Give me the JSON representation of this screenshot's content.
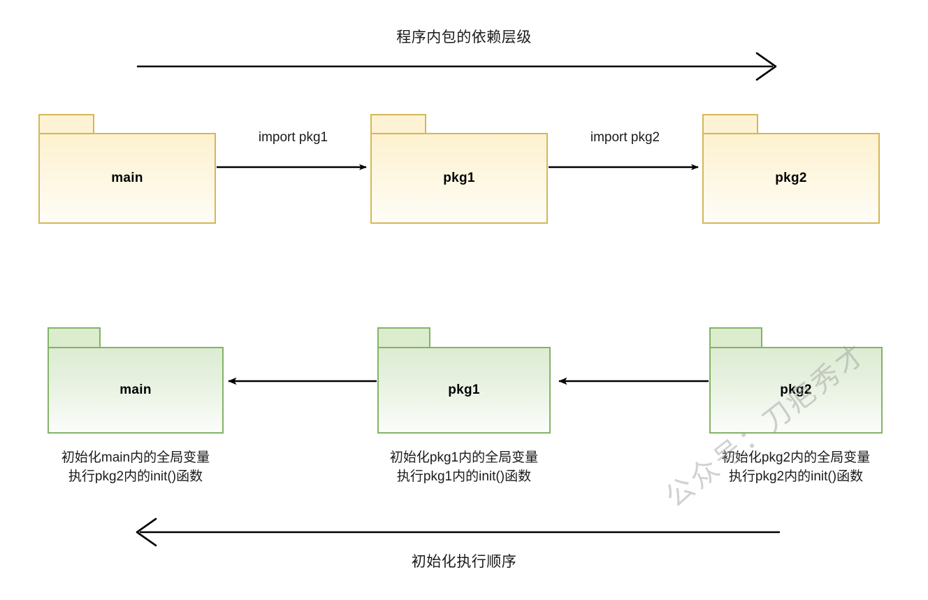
{
  "diagram": {
    "title_top": "程序内包的依赖层级",
    "title_bottom": "初始化执行顺序",
    "watermark": "公众号：刀疤秀才"
  },
  "dependency_row": {
    "packages": [
      {
        "id": "main",
        "label": "main"
      },
      {
        "id": "pkg1",
        "label": "pkg1"
      },
      {
        "id": "pkg2",
        "label": "pkg2"
      }
    ],
    "edges": [
      {
        "id": "main-to-pkg1",
        "label": "import pkg1",
        "direction": "right"
      },
      {
        "id": "pkg1-to-pkg2",
        "label": "import pkg2",
        "direction": "right"
      }
    ]
  },
  "init_row": {
    "packages": [
      {
        "id": "main",
        "label": "main",
        "note_line1": "初始化main内的全局变量",
        "note_line2": "执行pkg2内的init()函数"
      },
      {
        "id": "pkg1",
        "label": "pkg1",
        "note_line1": "初始化pkg1内的全局变量",
        "note_line2": "执行pkg1内的init()函数"
      },
      {
        "id": "pkg2",
        "label": "pkg2",
        "note_line1": "初始化pkg2内的全局变量",
        "note_line2": "执行pkg2内的init()函数"
      }
    ],
    "edges": [
      {
        "id": "pkg1-to-main",
        "direction": "left"
      },
      {
        "id": "pkg2-to-pkg1",
        "direction": "left"
      }
    ]
  },
  "colors": {
    "amber_border": "#d6b656",
    "amber_fill": "#fdf1cf",
    "green_border": "#82b366",
    "green_fill": "#dcecd2",
    "line": "#000000",
    "text": "#1a1a1a",
    "watermark": "#9a9a9a"
  }
}
